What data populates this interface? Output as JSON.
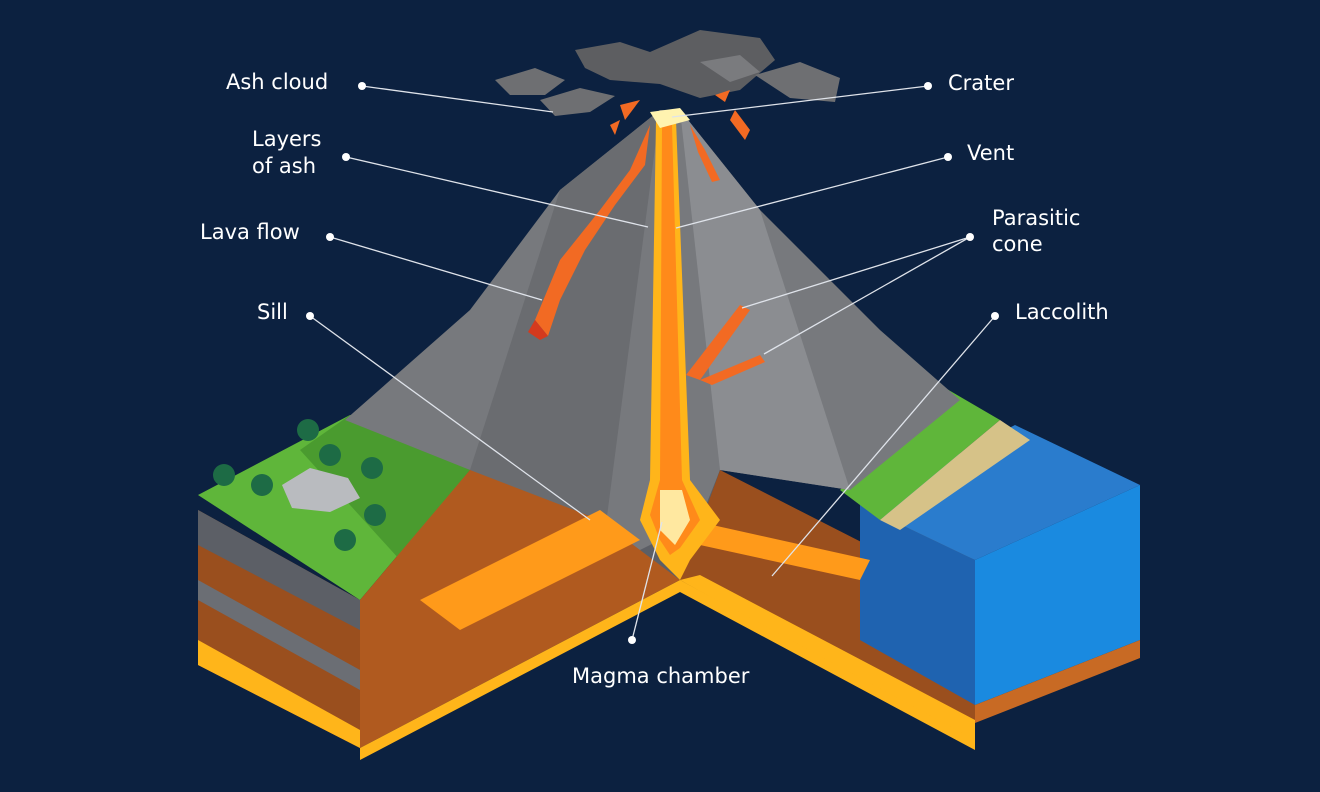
{
  "colors": {
    "background": "#0c2140",
    "rock": "#77797d",
    "lava": "#f26a23",
    "magma": "#ffc21a",
    "grass": "#5fb63a",
    "soil": "#9a4f1e",
    "ocean": "#1f78c8",
    "leader_line": "#dfe3ea"
  },
  "labels": {
    "ash_cloud": "Ash cloud",
    "layers_of_ash_1": "Layers",
    "layers_of_ash_2": "of ash",
    "lava_flow": "Lava flow",
    "sill": "Sill",
    "crater": "Crater",
    "vent": "Vent",
    "parasitic_cone_1": "Parasitic",
    "parasitic_cone_2": "cone",
    "laccolith": "Laccolith",
    "magma_chamber": "Magma chamber"
  }
}
